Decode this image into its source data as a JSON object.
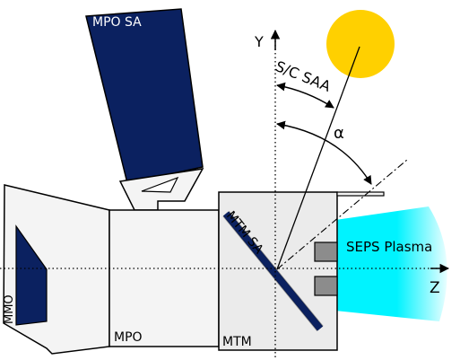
{
  "labels": {
    "mpo_sa": "MPO SA",
    "y_axis": "Y",
    "z_axis": "Z",
    "sc_saa": "S/C SAA",
    "alpha": "α",
    "mtm_sa": "MTM SA",
    "seps_plasma": "SEPS Plasma",
    "mmo": "MMO",
    "mpo": "MPO",
    "mtm": "MTM"
  },
  "colors": {
    "solar_array": "#0b2160",
    "sun": "#ffd000",
    "plasma_core": "#00f3ff",
    "plasma_edge": "#eafeff",
    "body_fill": "#f4f4f4",
    "mtm_fill": "#ebebeb",
    "thruster": "#8c8c8c",
    "stroke": "#000000"
  }
}
